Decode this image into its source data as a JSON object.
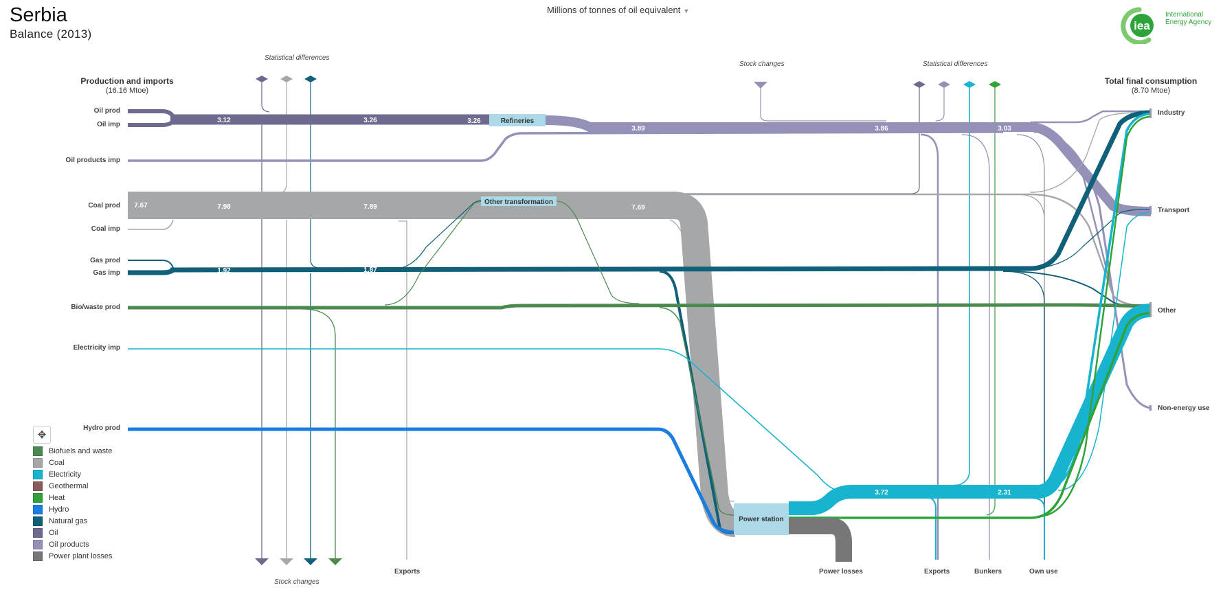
{
  "header": {
    "country": "Serbia",
    "subtitle": "Balance (2013)",
    "unit_selector": "Millions of tonnes of oil equivalent",
    "logo_text_line1": "International",
    "logo_text_line2": "Energy Agency",
    "logo_mark": "iea"
  },
  "columns": {
    "production_title": "Production and imports",
    "production_total": "(16.16 Mtoe)",
    "consumption_title": "Total final consumption",
    "consumption_total": "(8.70 Mtoe)"
  },
  "side_labels": {
    "stat_diff_left": "Statistical differences",
    "stock_changes_top": "Stock  changes",
    "stat_diff_right": "Statistical differences",
    "stock_changes_bottom": "Stock changes"
  },
  "sources": [
    "Oil prod",
    "Oil imp",
    "Oil products imp",
    "Coal prod",
    "Coal imp",
    "Gas prod",
    "Gas imp",
    "Bio/waste prod",
    "Electricity imp",
    "Hydro prod"
  ],
  "sinks": [
    "Industry",
    "Transport",
    "Other",
    "Non-energy use"
  ],
  "bottom_labels": {
    "exports_left": "Exports",
    "power_losses": "Power losses",
    "exports_right": "Exports",
    "bunkers": "Bunkers",
    "own_use": "Own use"
  },
  "nodes": {
    "refineries": "Refineries",
    "other_transformation": "Other transformation",
    "power_station": "Power station"
  },
  "flow_values": {
    "oil_1": "3.12",
    "oil_2": "3.26",
    "oil_3": "3.26",
    "oilprod_1": "3.89",
    "oilprod_2": "3.86",
    "oilprod_3": "3.03",
    "coal_1": "7.67",
    "coal_2": "7.98",
    "coal_3": "7.89",
    "coal_4": "7.69",
    "gas_1": "1.92",
    "gas_2": "1.87",
    "elec_1": "3.72",
    "elec_2": "2.31"
  },
  "legend": [
    {
      "label": "Biofuels and waste",
      "color": "#4a8a4f"
    },
    {
      "label": "Coal",
      "color": "#a6a7a9"
    },
    {
      "label": "Electricity",
      "color": "#17b3cf"
    },
    {
      "label": "Geothermal",
      "color": "#8a5a5c"
    },
    {
      "label": "Heat",
      "color": "#2ea33a"
    },
    {
      "label": "Hydro",
      "color": "#1a7ee0"
    },
    {
      "label": "Natural gas",
      "color": "#11607a"
    },
    {
      "label": "Oil",
      "color": "#6d6a8f"
    },
    {
      "label": "Oil products",
      "color": "#9391b7"
    },
    {
      "label": "Power plant losses",
      "color": "#777777"
    }
  ],
  "colors": {
    "oil": "#6d6a8f",
    "oil_products": "#9391b7",
    "coal": "#a6a7a9",
    "gas": "#11607a",
    "bio": "#4a8a4f",
    "electricity": "#17b3cf",
    "hydro": "#1a7ee0",
    "heat": "#2ea33a",
    "losses": "#777777",
    "node_box": "#acd9e8"
  }
}
